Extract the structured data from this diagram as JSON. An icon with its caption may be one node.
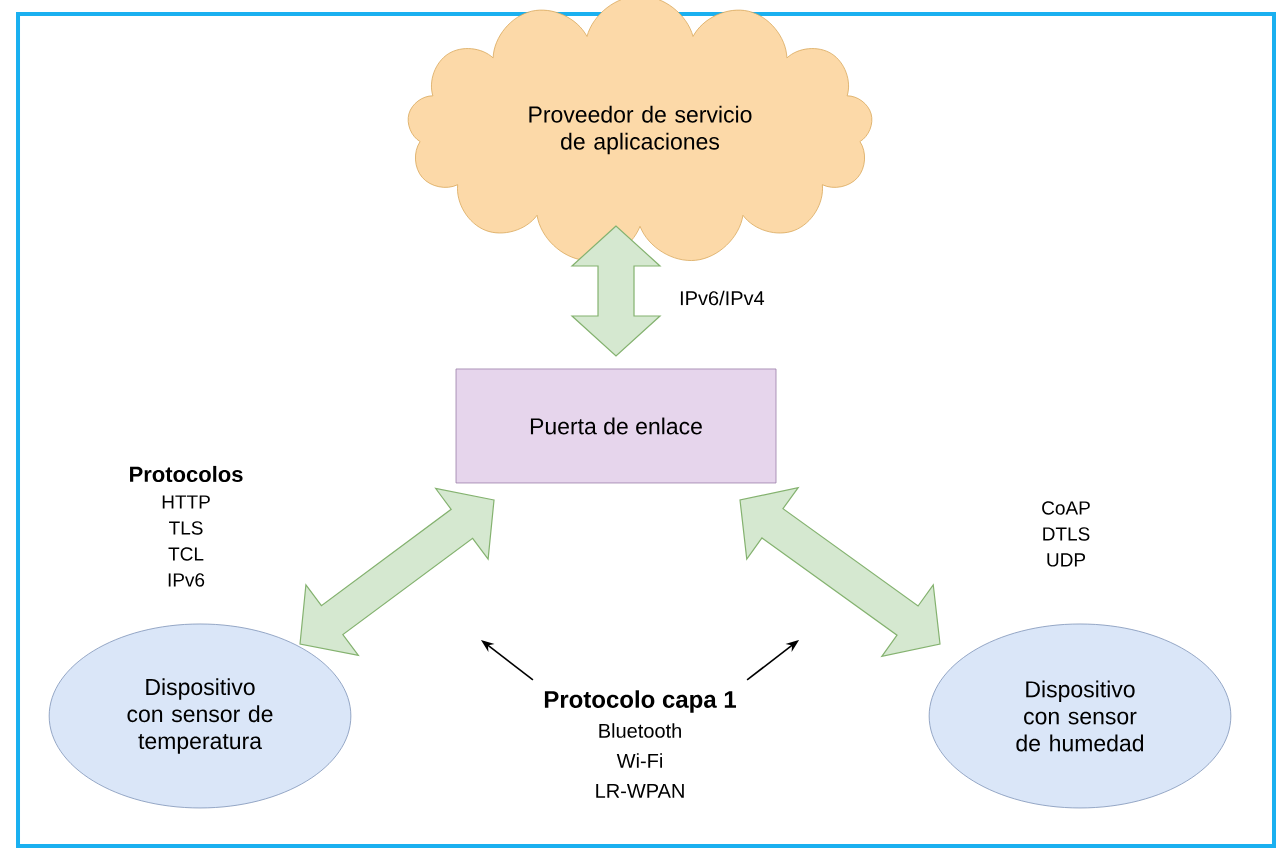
{
  "diagram": {
    "nodes": [
      {
        "text": [
          "Proveedor de servicio de aplicaciones"
        ]
      },
      {
        "text": [
          "Puerta de enlace"
        ]
      },
      {
        "text": [
          "Dispositivo con sensor de temperatura"
        ]
      },
      {
        "text": [
          "Dispositivo con sensor de humedad"
        ]
      },
      {
        "text": [
          "Protocolo capa 1",
          "Bluetooth",
          "Wi-Fi",
          "LR-WPAN"
        ]
      }
    ],
    "edges": [
      {
        "from": 0,
        "to": 1,
        "arrow": "both",
        "label": "IPv6/IPv4"
      },
      {
        "from": 1,
        "to": 2,
        "arrow": "both"
      },
      {
        "from": 1,
        "to": 3,
        "arrow": "both"
      },
      {
        "from": 4,
        "to": null,
        "arrow": "to"
      },
      {
        "from": 4,
        "to": null,
        "arrow": "to"
      }
    ],
    "labels": [
      "Protocolos",
      "HTTP",
      "TLS",
      "TCL",
      "IPv6",
      "CoAP",
      "DTLS",
      "UDP"
    ]
  }
}
